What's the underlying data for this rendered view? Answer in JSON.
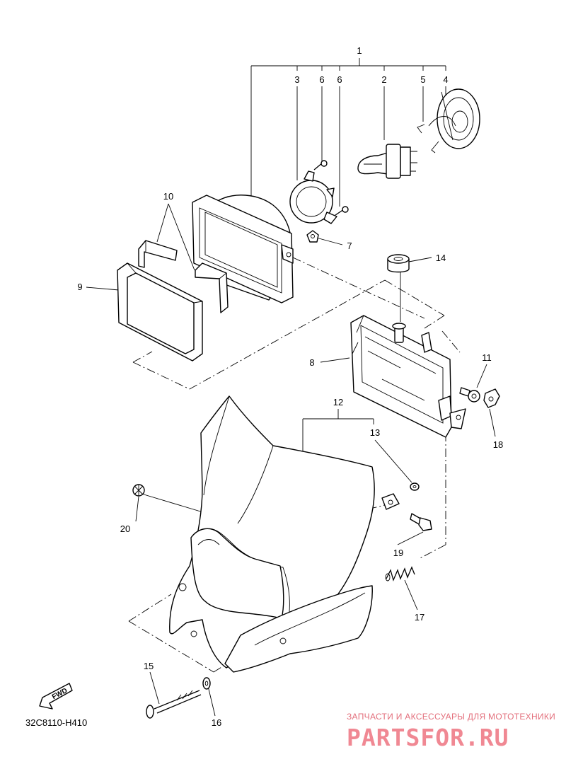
{
  "diagram": {
    "callouts": [
      "1",
      "2",
      "3",
      "4",
      "5",
      "6",
      "6",
      "7",
      "8",
      "9",
      "10",
      "11",
      "12",
      "13",
      "14",
      "15",
      "16",
      "17",
      "18",
      "19",
      "20"
    ],
    "fwd_label": "FWD",
    "part_code": "32C8110-H410"
  },
  "watermark": {
    "subtitle": "ЗАПЧАСТИ И АКСЕССУАРЫ ДЛЯ МОТОТЕХНИКИ",
    "brand": "PARTSFOR.RU",
    "color": "#f08893"
  }
}
